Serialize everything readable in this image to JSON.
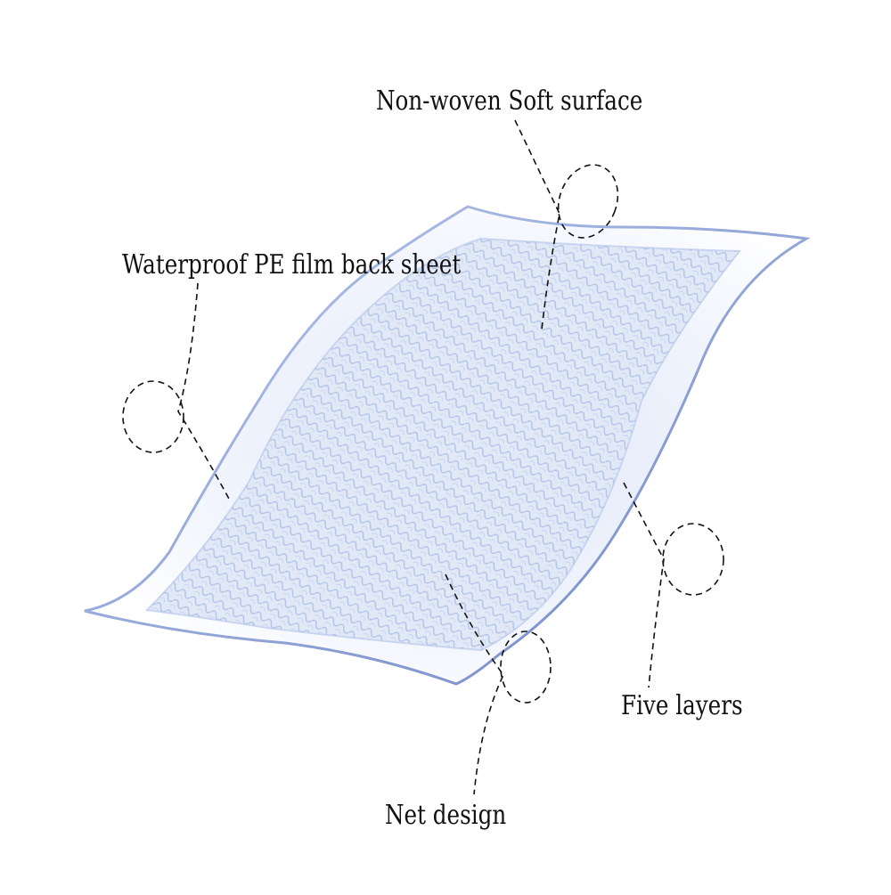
{
  "labels": {
    "surface": "Non-woven Soft surface",
    "backsheet": "Waterproof PE film back sheet",
    "layers": "Five layers",
    "net": "Net design"
  },
  "colors": {
    "pad_edge": "#8fa6d8",
    "pad_fill": "#eef2fb",
    "net_line": "#9fb3e0",
    "callout": "#111111"
  }
}
